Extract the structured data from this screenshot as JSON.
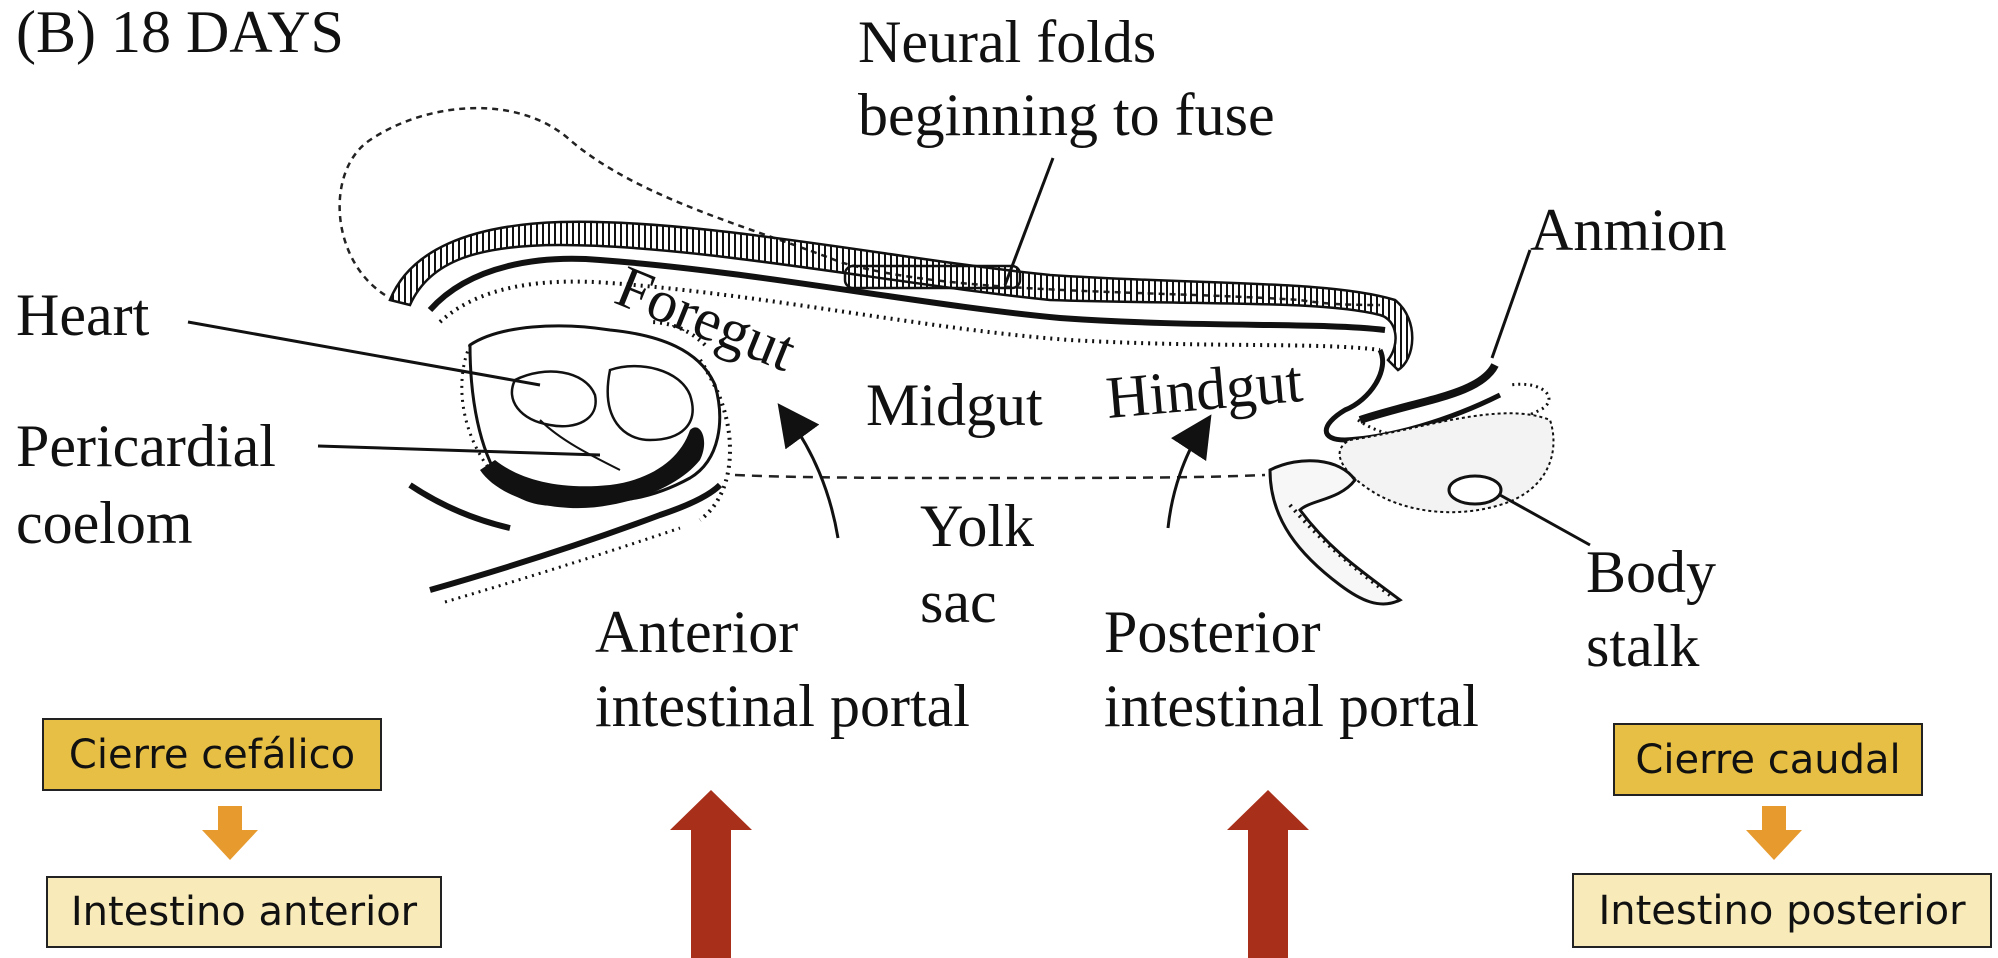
{
  "figure": {
    "panel_title": "(B)  18 DAYS"
  },
  "labels": {
    "neural_folds_line1": "Neural folds",
    "neural_folds_line2": "beginning to fuse",
    "anmion": "Anmion",
    "heart": "Heart",
    "pericardial_line1": "Pericardial",
    "pericardial_line2": "coelom",
    "foregut": "Foregut",
    "midgut": "Midgut",
    "hindgut": "Hindgut",
    "yolk_line1": "Yolk",
    "yolk_line2": "sac",
    "anterior_line1": "Anterior",
    "anterior_line2": "intestinal portal",
    "posterior_line1": "Posterior",
    "posterior_line2": "intestinal portal",
    "body_line1": "Body",
    "body_line2": "stalk"
  },
  "boxes": {
    "cierre_cefalico": "Cierre cefálico",
    "intestino_anterior": "Intestino anterior",
    "cierre_caudal": "Cierre caudal",
    "intestino_posterior": "Intestino posterior"
  },
  "colors": {
    "box_gold": "#e6bf44",
    "box_cream": "#f8ebb9",
    "small_arrow": "#e79a2e",
    "big_arrow": "#a8301a"
  }
}
